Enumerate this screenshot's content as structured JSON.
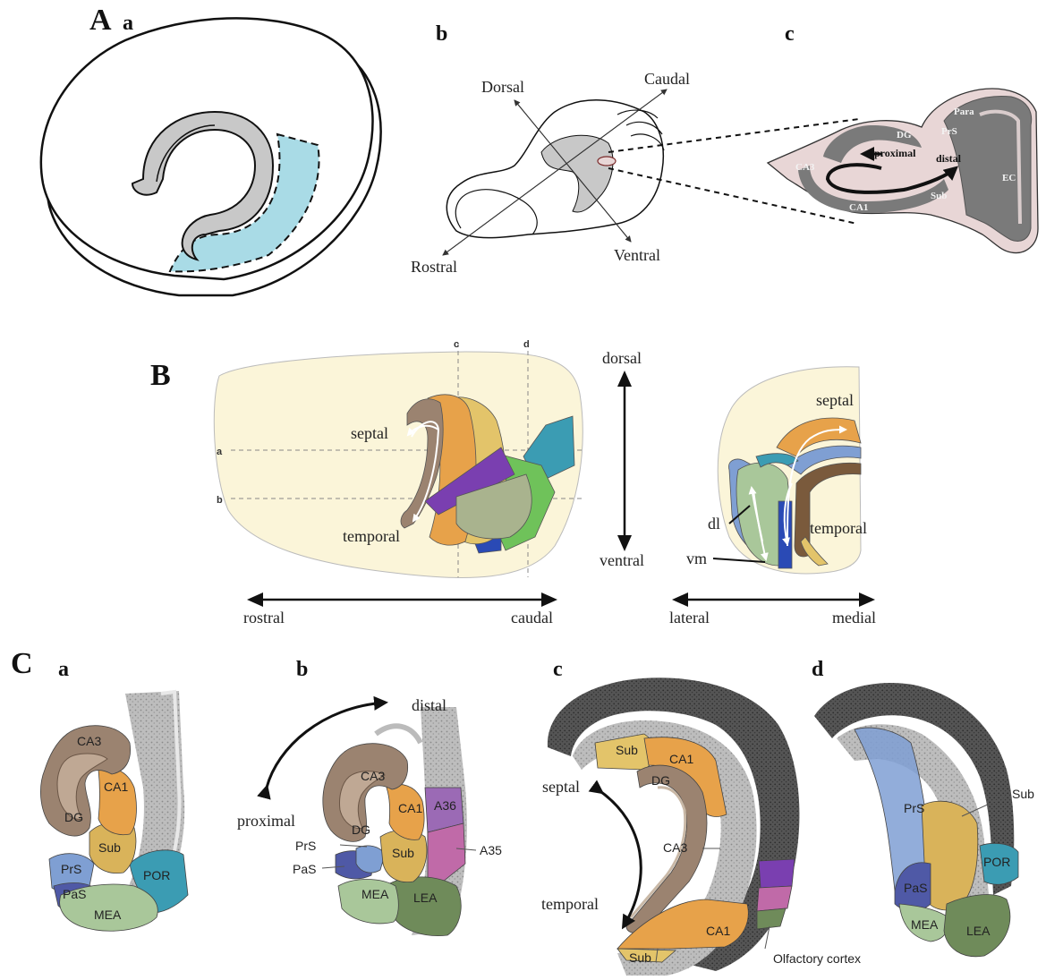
{
  "panels": {
    "A": {
      "letter": "A",
      "a": "a",
      "b": "b",
      "c": "c"
    },
    "B": {
      "letter": "B"
    },
    "C": {
      "letter": "C",
      "a": "a",
      "b": "b",
      "c": "c",
      "d": "d"
    }
  },
  "A_b_axes": {
    "dorsal": "Dorsal",
    "caudal": "Caudal",
    "rostral": "Rostral",
    "ventral": "Ventral"
  },
  "A_c_labels": {
    "dg": "DG",
    "ca3": "CA3",
    "ca1": "CA1",
    "sub": "Sub",
    "prs": "PrS",
    "para": "Para",
    "ec": "EC",
    "proximal": "proximal",
    "distal": "distal"
  },
  "B_labels": {
    "grid_c": "c",
    "grid_d": "d",
    "grid_a": "a",
    "grid_b": "b",
    "septal_left": "septal",
    "temporal_left": "temporal",
    "dorsal": "dorsal",
    "ventral": "ventral",
    "rostral": "rostral",
    "caudal": "caudal",
    "septal_right": "septal",
    "temporal_right": "temporal",
    "dl": "dl",
    "vm": "vm",
    "lateral": "lateral",
    "medial": "medial"
  },
  "C_a_labels": {
    "ca3": "CA3",
    "ca1": "CA1",
    "dg": "DG",
    "sub": "Sub",
    "prs": "PrS",
    "pas": "PaS",
    "por": "POR",
    "mea": "MEA"
  },
  "C_b_labels": {
    "distal": "distal",
    "proximal": "proximal",
    "ca3": "CA3",
    "ca1": "CA1",
    "dg": "DG",
    "sub": "Sub",
    "prs": "PrS",
    "pas": "PaS",
    "a36": "A36",
    "a35": "A35",
    "mea": "MEA",
    "lea": "LEA"
  },
  "C_c_labels": {
    "sub_top": "Sub",
    "ca1_top": "CA1",
    "dg": "DG",
    "septal": "septal",
    "ca3": "CA3",
    "temporal": "temporal",
    "ca1_bottom": "CA1",
    "sub_bottom": "Sub",
    "olfactory": "Olfactory cortex"
  },
  "C_d_labels": {
    "prs": "PrS",
    "sub": "Sub",
    "pas": "PaS",
    "por": "POR",
    "mea": "MEA",
    "lea": "LEA"
  },
  "colors": {
    "hippocampus_gray": "#c8c8c8",
    "entorhinal_blue": "#a9dbe6",
    "slice_pink": "#e8d6d6",
    "slice_dark": "#7a7a7a",
    "brain_cream": "#fbf5d9",
    "dg_brown": "#9b8370",
    "ca1_orange": "#e7a24a",
    "sub_tan": "#d9b35a",
    "prs_blue": "#7f9fd3",
    "pas_navy": "#4f59a6",
    "por_teal": "#3b9cb3",
    "mea_green": "#a9c79a",
    "lea_olive": "#6f8b5a",
    "a36_purple": "#9b6ab5",
    "a35_magenta": "#c06aa8"
  }
}
